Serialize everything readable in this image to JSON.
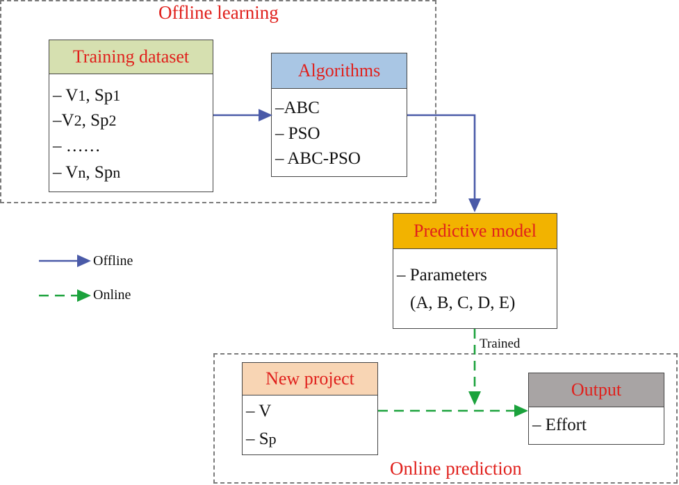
{
  "regions": {
    "offline": "Offline learning",
    "online": "Online prediction"
  },
  "training": {
    "title": "Training dataset",
    "header_color": "#d6e0b0",
    "items": [
      {
        "a": "– V",
        "a_sub": "1",
        "b": ", Sp",
        "b_sub": "1"
      },
      {
        "a": "–V",
        "a_sub": "2",
        "b": ", Sp",
        "b_sub": "2"
      },
      {
        "text": "– ……"
      },
      {
        "a": "– V",
        "a_sub": "n",
        "b": ", Sp",
        "b_sub": "n"
      }
    ]
  },
  "algorithms": {
    "title": "Algorithms",
    "header_color": "#a9c6e4",
    "items": [
      "–ABC",
      "– PSO",
      "– ABC-PSO"
    ]
  },
  "predictive": {
    "title": "Predictive model",
    "header_color": "#f2b300",
    "line1": "– Parameters",
    "line2": "(A, B, C, D, E)"
  },
  "new_project": {
    "title": "New project",
    "header_color": "#f8d5b4",
    "item1": "– V",
    "item2_main": "– S",
    "item2_sub": "p"
  },
  "output": {
    "title": "Output",
    "header_color": "#a8a4a4",
    "item": "– Effort"
  },
  "trained_label": "Trained",
  "legend": {
    "offline_label": "Offline",
    "online_label": "Online",
    "offline_color": "#4a5aa8",
    "online_color": "#1ba23c"
  },
  "accent_color": "#e0201c"
}
